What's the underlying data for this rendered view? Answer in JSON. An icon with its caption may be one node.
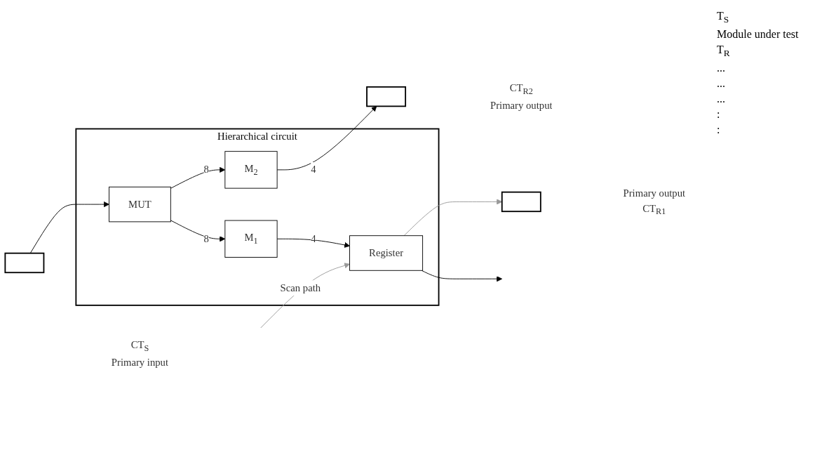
{
  "diagram": {
    "nodes": [
      {
        "text": [
          "Hierarchical circuit"
        ]
      },
      {
        "text": [],
        "shape": "box",
        "beside": [
          "CT$_{S}$",
          "Primary input"
        ]
      },
      {
        "text": [
          "MUT"
        ],
        "in": 0
      },
      {
        "text": [
          "M$_{2}$"
        ],
        "in": 0
      },
      {
        "text": [
          "M$_{1}$"
        ],
        "in": 0
      },
      {
        "text": [
          "Register"
        ],
        "in": 0
      },
      {
        "text": [],
        "shape": "box",
        "beside": [
          "CT$_{R2}$",
          "Primary output"
        ]
      },
      {
        "text": [],
        "shape": "box",
        "beside": [
          "Primary output",
          "CT$_{R1}$"
        ]
      }
    ],
    "edges": [
      {
        "from": 1,
        "to": 2,
        "arrow": "to"
      },
      {
        "from": 2,
        "to": 3,
        "arrow": "to",
        "label": "8"
      },
      {
        "from": 2,
        "to": 4,
        "arrow": "to",
        "label": "8"
      },
      {
        "from": 3,
        "to": 6,
        "arrow": "to",
        "label": "4"
      },
      {
        "from": 4,
        "to": 5,
        "arrow": "to",
        "label": "4"
      },
      {
        "from": null,
        "to": 5,
        "arrow": "to",
        "color": "#999999",
        "label": "Scan path"
      },
      {
        "from": 5,
        "to": 7,
        "arrow": "to",
        "color": "#999999"
      },
      {
        "from": 5,
        "to": null,
        "arrow": "to"
      }
    ],
    "labels": [
      "T$_{S}$",
      "Module under test",
      "T$_{R}$",
      "...",
      "...",
      "...",
      ":",
      ":"
    ]
  }
}
